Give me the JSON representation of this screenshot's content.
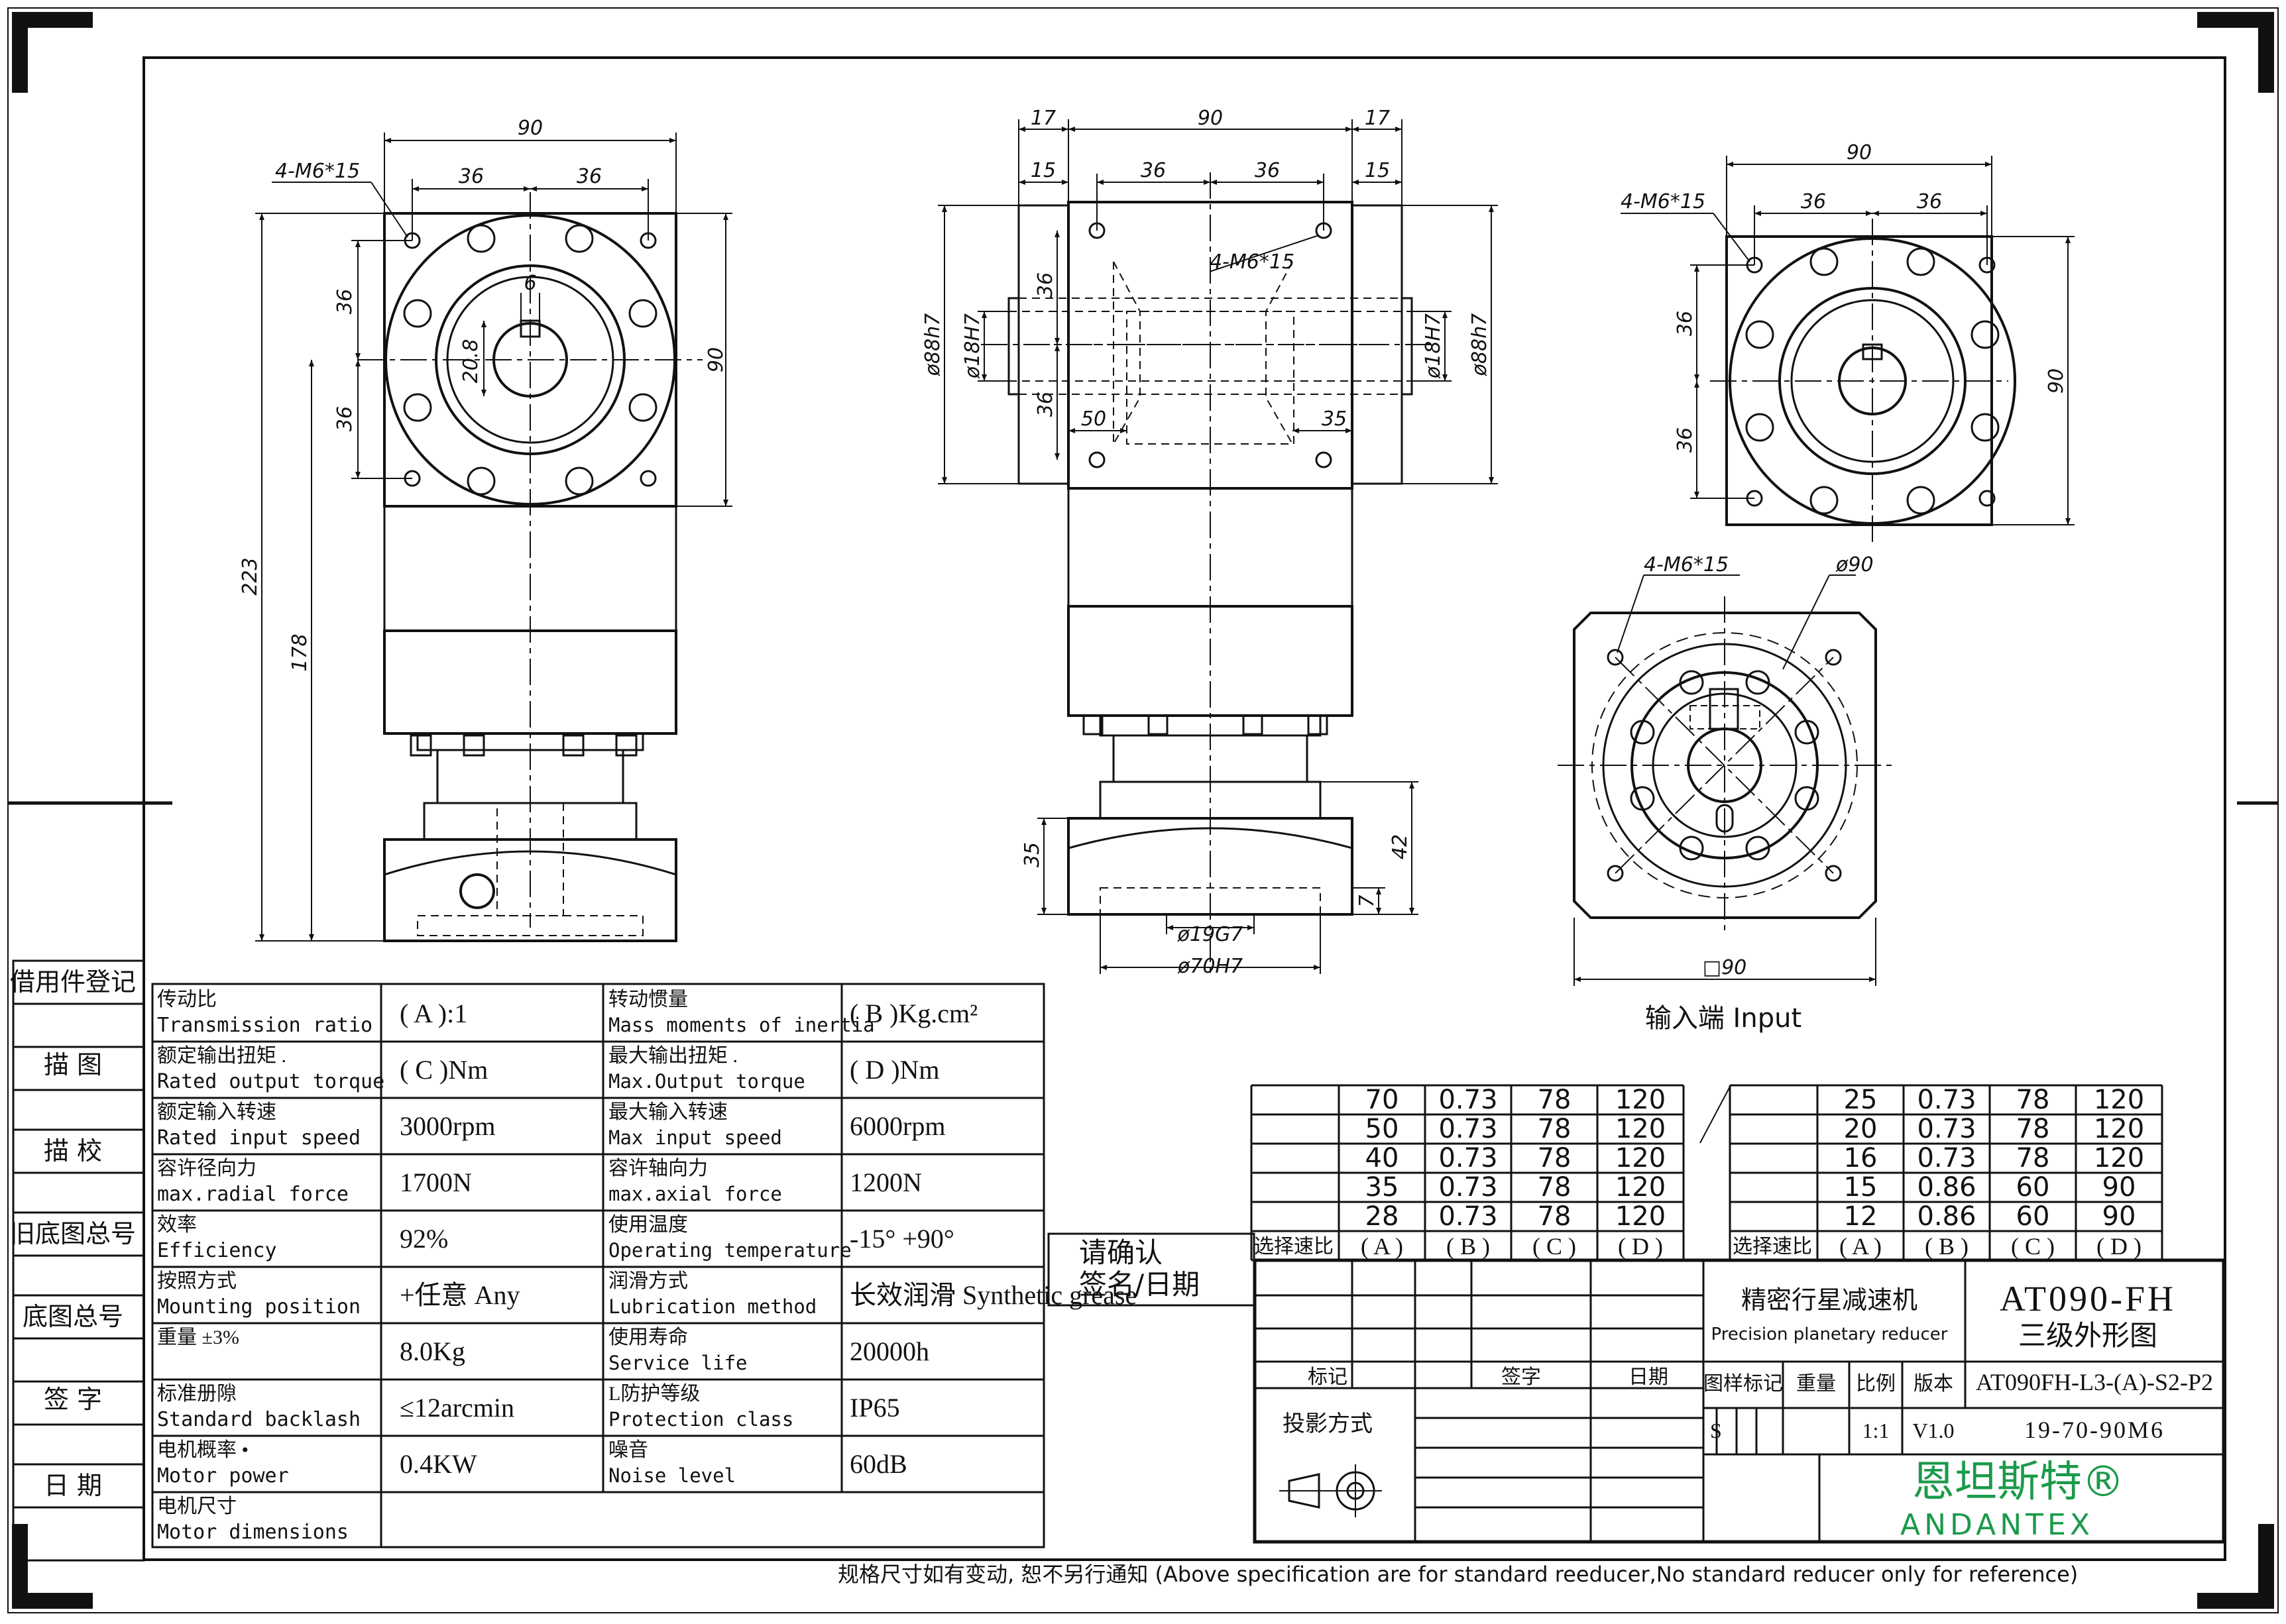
{
  "side_labels": [
    "借用件登记",
    "描 图",
    "描 校",
    "旧底图总号",
    "底图总号",
    "签 字",
    "日 期"
  ],
  "dimensions": {
    "v1": {
      "width": "90",
      "bolt_pitch_left": "36",
      "bolt_pitch_right": "36",
      "holes": "4-M6*15",
      "key_width": "6",
      "key_height": "20.8",
      "side_h": "90",
      "v_pitch_top": "36",
      "v_pitch_bottom": "36",
      "total_len": "223",
      "body_len": "178"
    },
    "v2": {
      "left_stub": "17",
      "width": "90",
      "right_stub": "17",
      "left_shoulder": "15",
      "pitch_left": "36",
      "pitch_right": "36",
      "right_shoulder": "15",
      "holes": "4-M6*15",
      "dia_left": "ø88h7",
      "bore_left": "ø18H7",
      "bore_right": "ø18H7",
      "dia_right": "ø88h7",
      "v_pitch_top": "36",
      "v_pitch_bottom": "36",
      "dist_left": "50",
      "dist_right": "35",
      "h35": "35",
      "h42": "42",
      "h7": "7",
      "bore_in": "ø19G7",
      "spigot": "ø70H7"
    },
    "v3": {
      "width": "90",
      "pitch_left": "36",
      "pitch_right": "36",
      "holes": "4-M6*15",
      "side_h": "90",
      "v_pitch_top": "36",
      "v_pitch_bottom": "36"
    },
    "v4": {
      "holes": "4-M6*15",
      "pcd": "ø90",
      "square": "□90",
      "caption": "输入端 Input"
    }
  },
  "spec_table": [
    {
      "zh": "传动比",
      "en": "Transmission ratio",
      "val": "(  A  ):1",
      "zh2": "转动惯量",
      "en2": "Mass moments of inertia",
      "val2": "(  B  )Kg.cm²"
    },
    {
      "zh": "额定输出扭矩  .",
      "en": "Rated output torque",
      "val": "(  C  )Nm",
      "zh2": "最大输出扭矩  .",
      "en2": "Max.Output torque",
      "val2": "(  D  )Nm"
    },
    {
      "zh": "额定输入转速",
      "en": "Rated input speed",
      "val": "3000rpm",
      "zh2": "最大输入转速",
      "en2": "Max input speed",
      "val2": "6000rpm"
    },
    {
      "zh": "容许径向力",
      "en": "max.radial force",
      "val": "1700N",
      "zh2": "容许轴向力",
      "en2": "max.axial  force",
      "val2": "1200N"
    },
    {
      "zh": "效率",
      "en": "Efficiency",
      "val": "92%",
      "zh2": "使用温度",
      "en2": "Operating temperature",
      "val2": "-15° +90°"
    },
    {
      "zh": "按照方式",
      "en": "Mounting position",
      "val": "+任意 Any",
      "zh2": "润滑方式",
      "en2": "Lubrication method",
      "val2": "长效润滑 Synthetic grease"
    },
    {
      "zh": "重量 ±3%",
      "en": "",
      "val": "8.0Kg",
      "zh2": "使用寿命",
      "en2": "Service life",
      "val2": "20000h"
    },
    {
      "zh": "标准册隙",
      "en": "Standard backlash",
      "val": "≤12arcmin",
      "zh2": "L防护等级",
      "en2": "Protection class",
      "val2": "IP65"
    },
    {
      "zh": "电机概率 •",
      "en": "Motor power",
      "val": "0.4KW",
      "zh2": "噪音",
      "en2": "Noise level",
      "val2": "60dB"
    },
    {
      "zh": "电机尺寸",
      "en": "Motor dimensions",
      "val": "",
      "zh2": "",
      "en2": "",
      "val2": ""
    }
  ],
  "confirm": {
    "line1": "请确认",
    "line2": "签名/日期"
  },
  "ratio_table_left": {
    "rows": [
      [
        "70",
        "0.73",
        "78",
        "120"
      ],
      [
        "50",
        "0.73",
        "78",
        "120"
      ],
      [
        "40",
        "0.73",
        "78",
        "120"
      ],
      [
        "35",
        "0.73",
        "78",
        "120"
      ],
      [
        "28",
        "0.73",
        "78",
        "120"
      ]
    ],
    "footer_label": "选择速比",
    "footer": [
      "( A )",
      "( B )",
      "( C )",
      "( D )"
    ]
  },
  "ratio_table_right": {
    "rows": [
      [
        "25",
        "0.73",
        "78",
        "120"
      ],
      [
        "20",
        "0.73",
        "78",
        "120"
      ],
      [
        "16",
        "0.73",
        "78",
        "120"
      ],
      [
        "15",
        "0.86",
        "60",
        "90"
      ],
      [
        "12",
        "0.86",
        "60",
        "90"
      ]
    ],
    "footer_label": "选择速比",
    "footer": [
      "( A )",
      "( B )",
      "( C )",
      "( D )"
    ]
  },
  "title_block": {
    "product_zh": "精密行星减速机",
    "product_en": "Precision planetary reducer",
    "model": "AT090-FH",
    "drawing_name": "三级外形图",
    "mark": "标记",
    "sign": "签字",
    "date": "日期",
    "projection": "投影方式",
    "headers": [
      "图样标记",
      "重量",
      "比例",
      "版本"
    ],
    "stage": "S",
    "scale": "1:1",
    "version": "V1.0",
    "part_no": "AT090FH-L3-(A)-S2-P2",
    "code": "19-70-90M6",
    "brand_zh": "恩坦斯特®",
    "brand_en": "ANDANTEX"
  },
  "footer_note": "规格尺寸如有变动, 恕不另行通知  (Above specification are for standard reeducer,No standard reducer only for reference)",
  "colors": {
    "line": "#111111",
    "brand": "#1a9a4a"
  }
}
